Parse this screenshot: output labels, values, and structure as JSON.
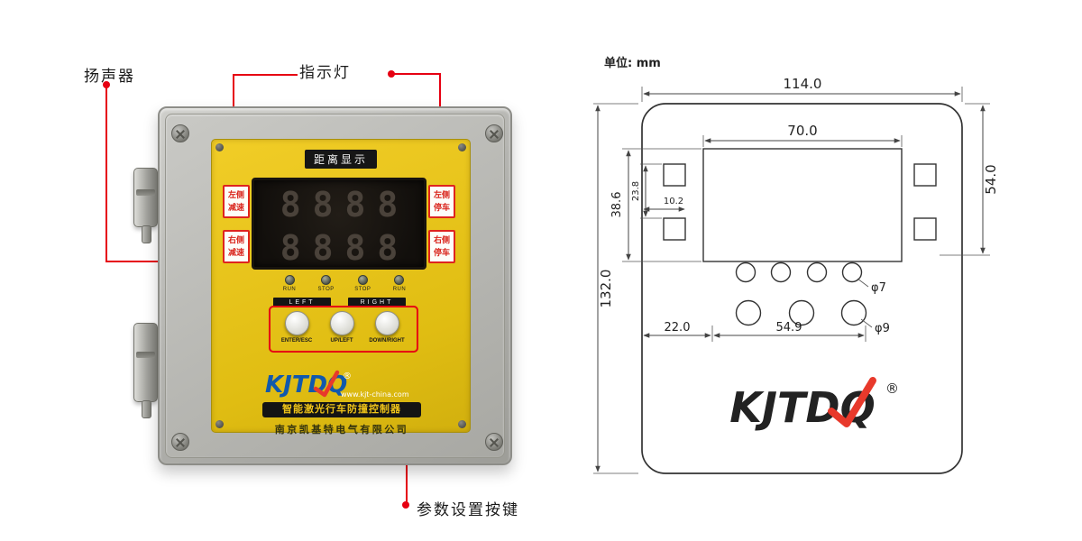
{
  "annotations": {
    "speaker_label": "扬声器",
    "indicator_label": "指示灯",
    "param_label": "参数设置按键"
  },
  "device": {
    "display_title": "距离显示",
    "corner_labels": {
      "left_decel": "左侧减速",
      "right_decel": "右侧减速",
      "left_stop": "左侧停车",
      "right_stop": "右侧停车"
    },
    "digits_row1": "8888",
    "digits_row2": "8888",
    "led_labels": [
      "RUN",
      "STOP",
      "STOP",
      "RUN"
    ],
    "group_labels": [
      "LEFT",
      "RIGHT"
    ],
    "button_labels": [
      "ENTER/ESC",
      "UP/LEFT",
      "DOWN/RIGHT"
    ],
    "logo_text": "KJTDQ",
    "logo_reg": "®",
    "website": "www.kjt-china.com",
    "product_name": "智能激光行车防撞控制器",
    "company_name": "南京凯基特电气有限公司"
  },
  "drawing": {
    "unit_label": "单位: mm",
    "dim_width": "114.0",
    "dim_inner_width": "70.0",
    "dim_height_right": "54.0",
    "dim_height_left": "132.0",
    "dim_38_6": "38.6",
    "dim_23_8": "23.8",
    "dim_10_2": "10.2",
    "dim_22": "22.0",
    "dim_54_9": "54.9",
    "hole_small": "φ7",
    "hole_large": "φ9",
    "logo_text": "KJTDQ",
    "logo_reg": "®"
  },
  "colors": {
    "annotation_red": "#e60012",
    "panel_yellow": "#e9c417",
    "logo_blue": "#1262b3",
    "label_red": "#d9251c"
  }
}
